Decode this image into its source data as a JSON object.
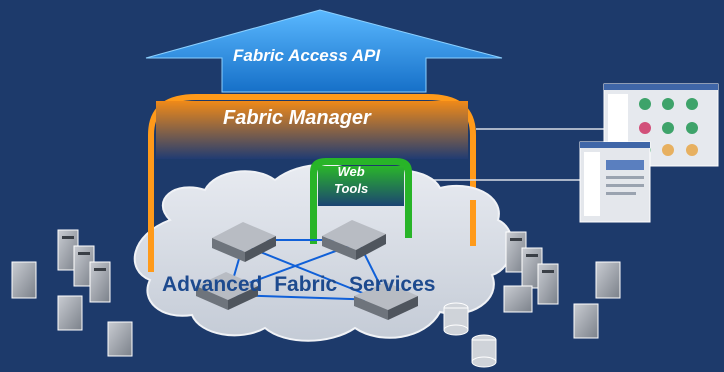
{
  "diagram": {
    "api_label": "Fabric Access API",
    "manager_label": "Fabric Manager",
    "web_tools_label_1": "Web",
    "web_tools_label_2": "Tools",
    "services_label": "Advanced  Fabric Services"
  },
  "colors": {
    "background": "#1d3a6b",
    "arrow": "#1e8fe0",
    "manager_orange": "#ff9a1a",
    "web_tools_green": "#28b428",
    "cloud": "#dfe3ea",
    "links": "#1060d8",
    "services_text": "#1d4a8e"
  },
  "icons": {
    "switches": [
      "switch-icon",
      "switch-icon",
      "switch-icon",
      "switch-icon"
    ],
    "servers": [
      "server-icon",
      "server-icon"
    ],
    "storage": [
      "storage-icon"
    ],
    "screenshots": [
      "screenshot-thumbnail-icon",
      "screenshot-thumbnail-icon"
    ]
  }
}
